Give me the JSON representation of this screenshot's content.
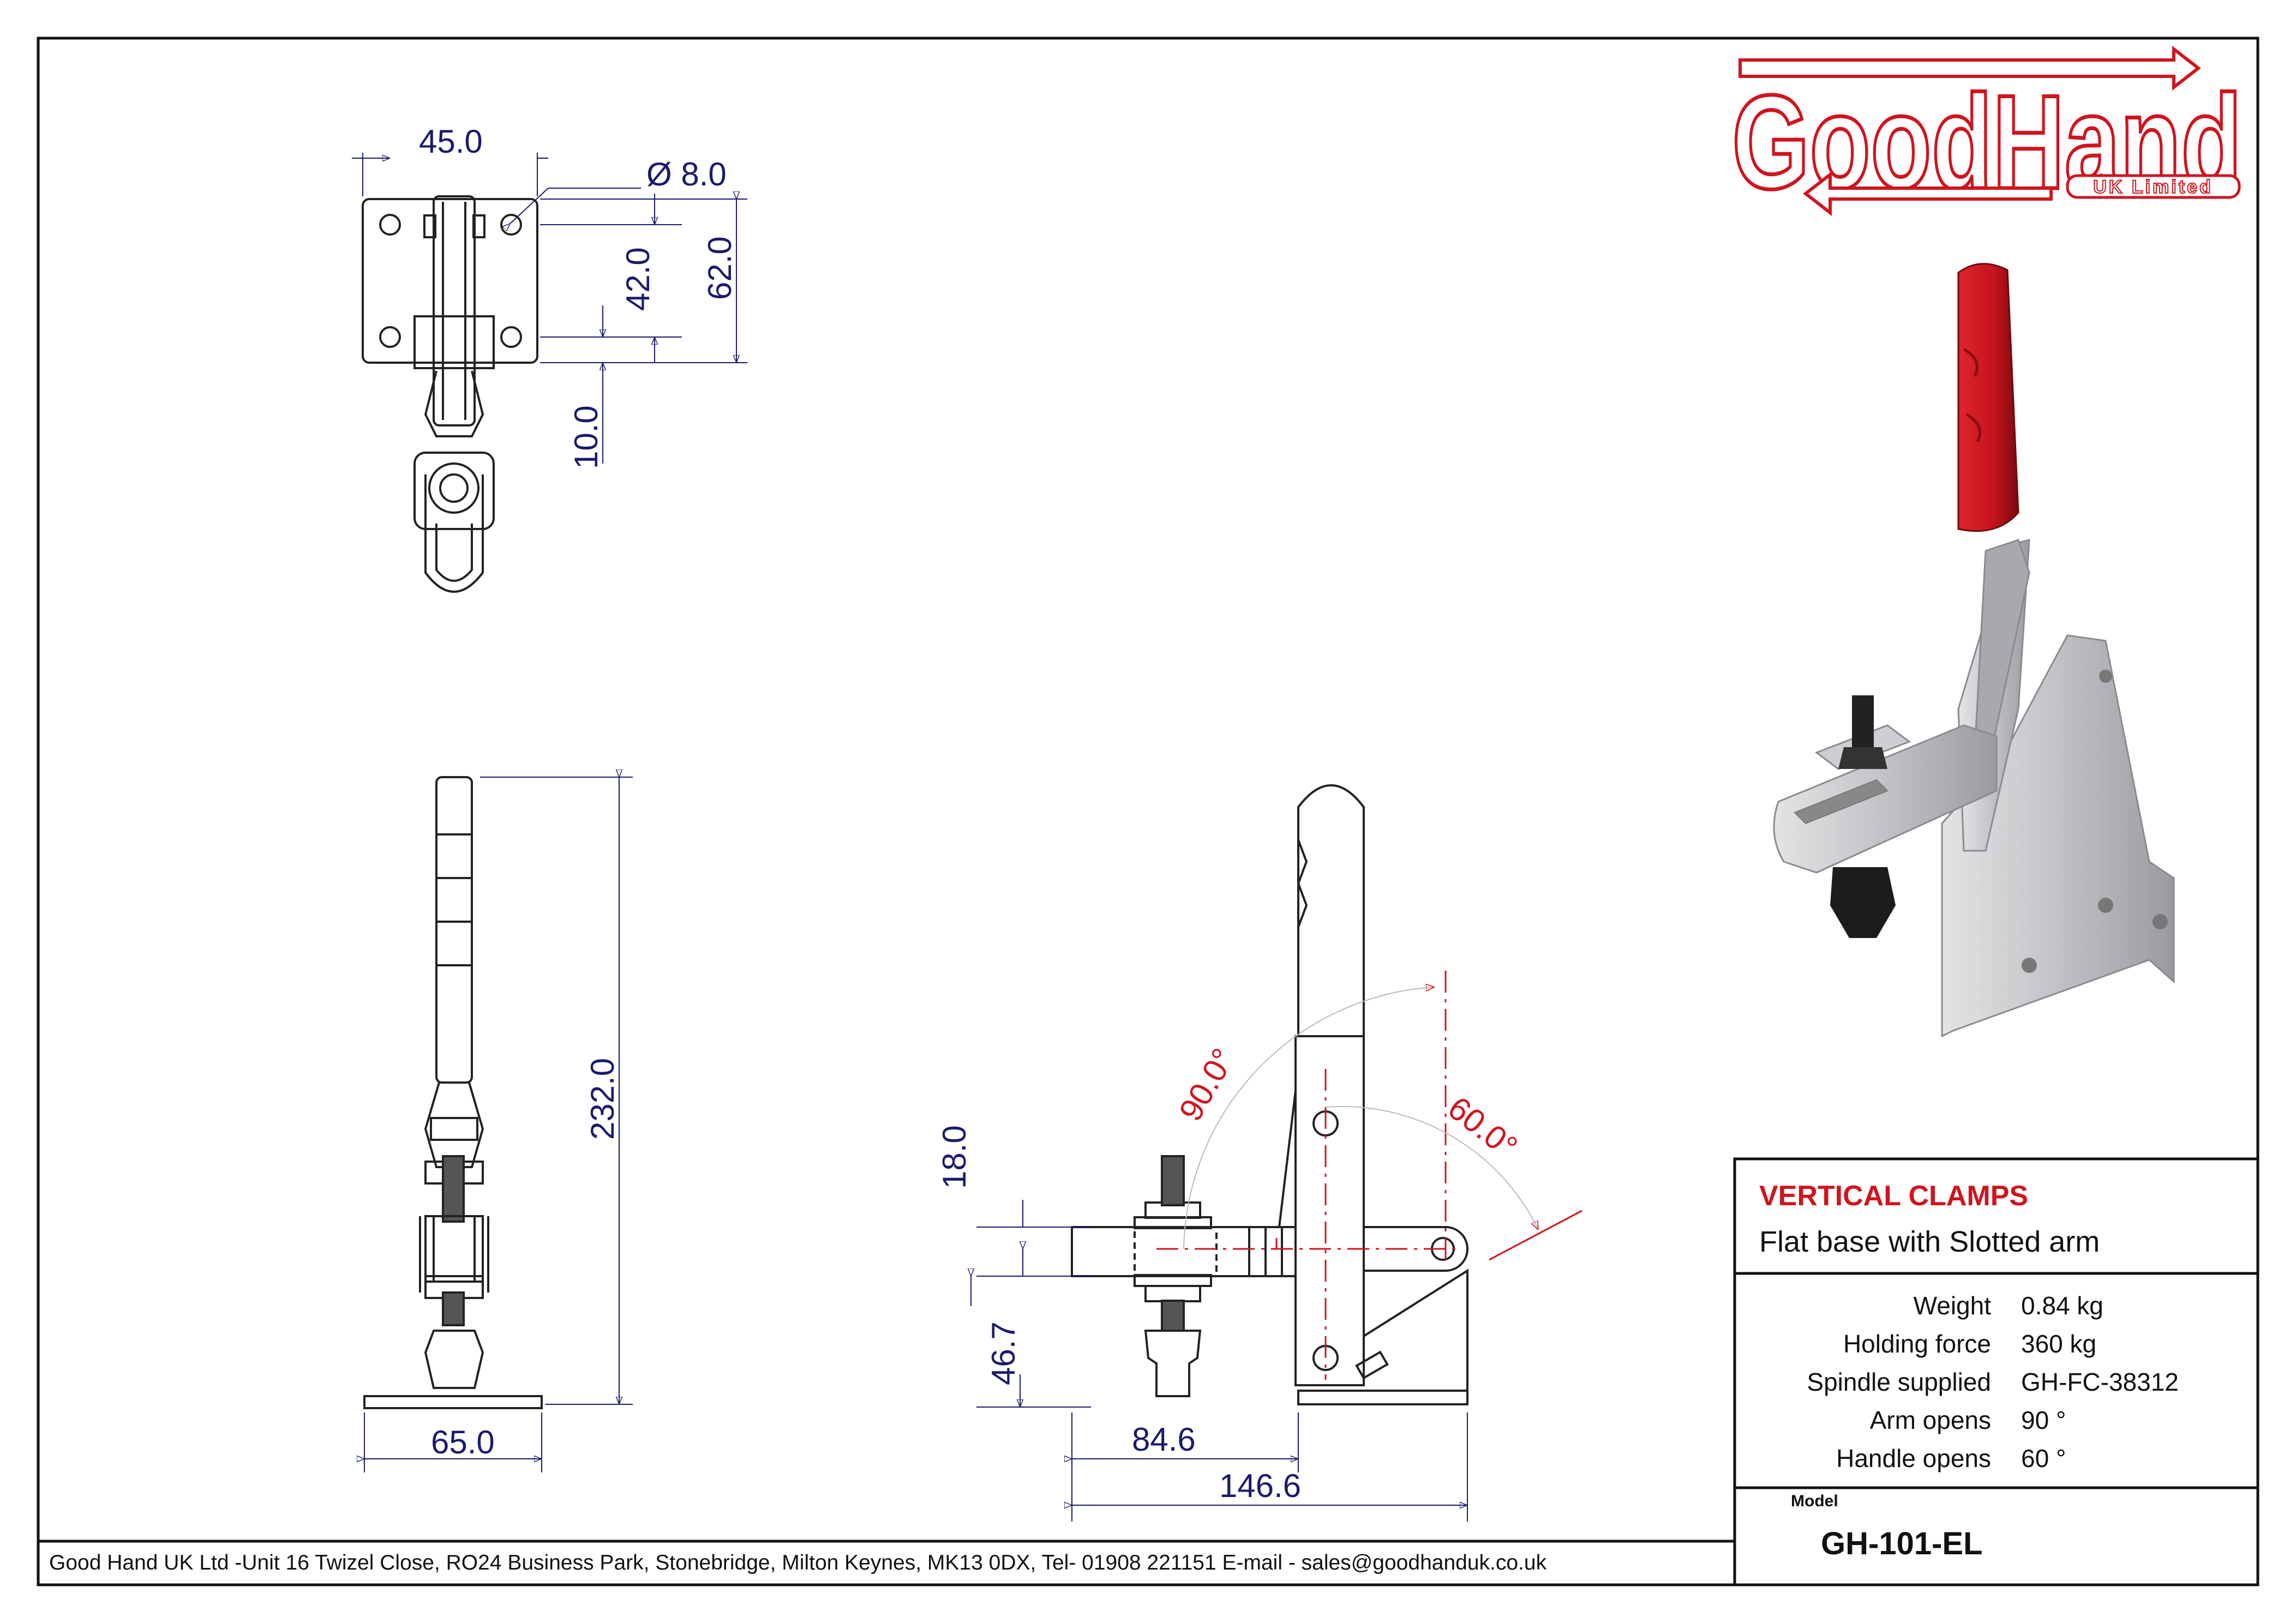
{
  "logo": {
    "brand": "GoodHand",
    "subtitle": "UK Limited",
    "color": "#d0141e"
  },
  "top_view": {
    "dims": [
      "45.0",
      "Ø 8.0",
      "42.0",
      "62.0",
      "10.0"
    ]
  },
  "side_view": {
    "dims": [
      "232.0",
      "65.0"
    ]
  },
  "front_view": {
    "dims": [
      "18.0",
      "46.7",
      "84.6",
      "146.6"
    ],
    "angles": [
      "90.0°",
      "60.0°"
    ]
  },
  "title_block": {
    "category": "VERTICAL CLAMPS",
    "description": "Flat base with Slotted arm",
    "specs": [
      {
        "label": "Weight",
        "value": "0.84 kg"
      },
      {
        "label": "Holding force",
        "value": "360 kg"
      },
      {
        "label": "Spindle supplied",
        "value": "GH-FC-38312"
      },
      {
        "label": "Arm opens",
        "value": "90 °"
      },
      {
        "label": "Handle opens",
        "value": "60 °"
      }
    ],
    "model_label": "Model",
    "model": "GH-101-EL"
  },
  "footer": {
    "address": "Good Hand UK Ltd -Unit 16 Twizel Close, RO24 Business Park, Stonebridge, Milton Keynes, MK13 0DX, Tel- 01908 221151 E-mail - sales@goodhanduk.co.uk"
  },
  "colors": {
    "dimension": "#1a1a6e",
    "accent": "#d0141e",
    "handle": "#c4141c",
    "metal": "#b8b8bc"
  }
}
